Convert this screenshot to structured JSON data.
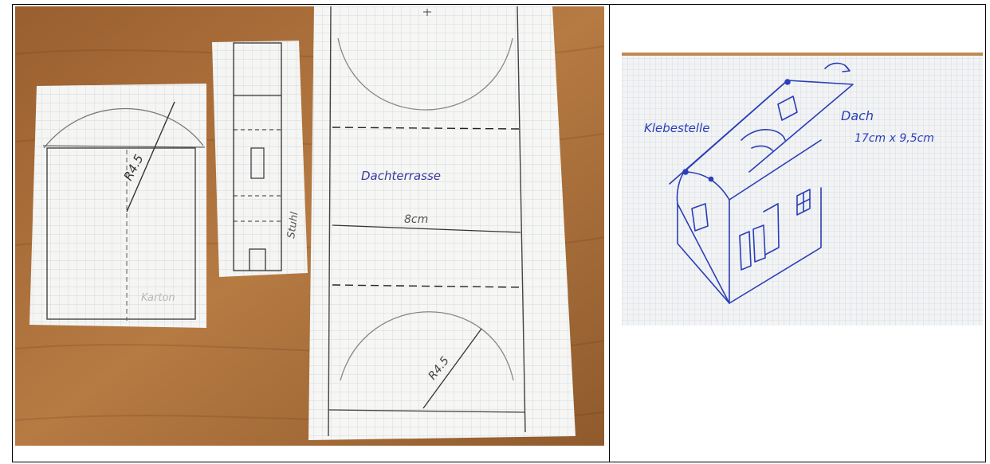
{
  "left_photo": {
    "labels": {
      "radius_a": "R4.5",
      "karton": "Karton",
      "stuhl": "Stuhl",
      "dachterrasse": "Dachterrasse",
      "width": "8cm",
      "radius_b": "R4.5"
    }
  },
  "right_photo": {
    "labels": {
      "klebestelle": "Klebestelle",
      "dach": "Dach",
      "dach_size": "17cm x 9,5cm"
    }
  },
  "colors": {
    "table_wood": "#b0743f",
    "paper": "#f4f4f2",
    "grid": "#c7cfd8",
    "pencil": "#3d3d3d",
    "ink_blue": "#2a3fb8"
  }
}
